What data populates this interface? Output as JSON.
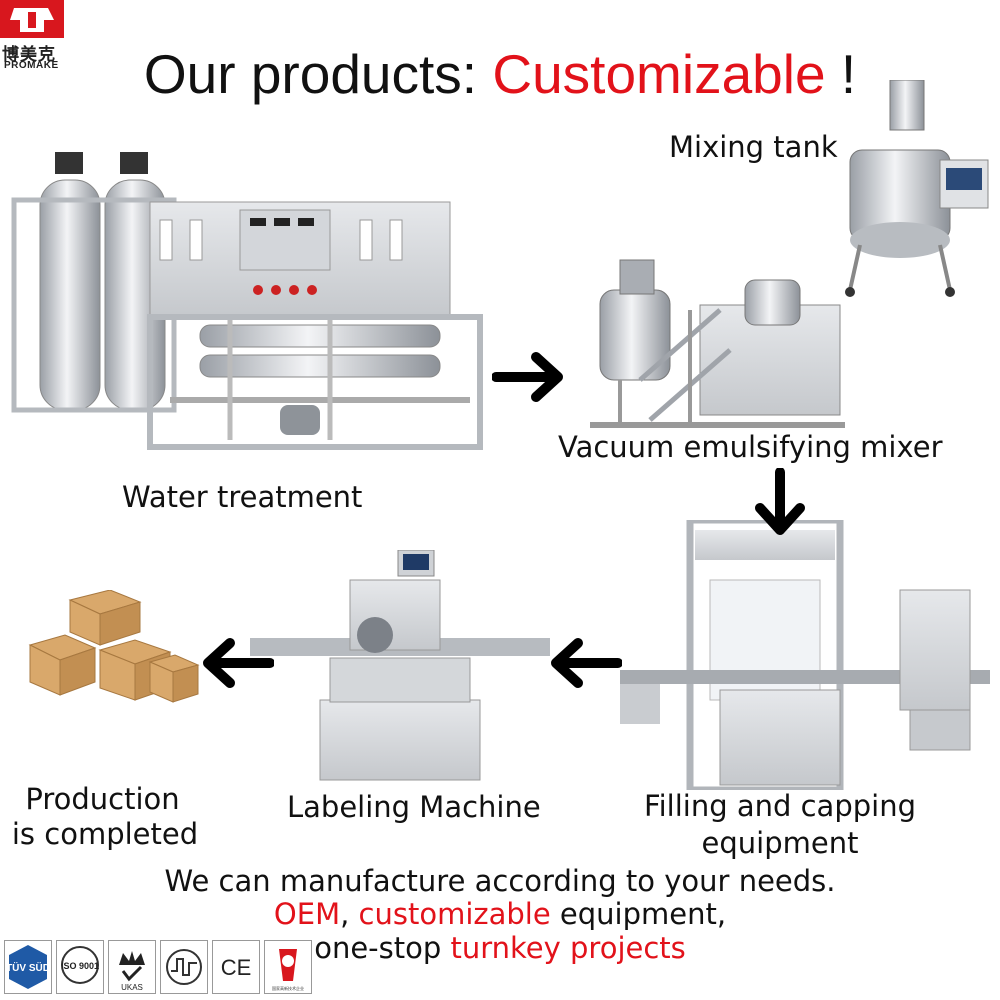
{
  "brand": {
    "cn": "博美克",
    "en": "PROMAKE"
  },
  "headline": {
    "prefix": "Our products: ",
    "highlight": "Customizable",
    "suffix": " !"
  },
  "labels": {
    "mixing_tank": "Mixing tank",
    "water_treatment": "Water treatment",
    "vacuum_mixer": "Vacuum emulsifying mixer",
    "filling_line1": "Filling and capping",
    "filling_line2": "equipment",
    "labeling": "Labeling Machine",
    "production_line1": "Production",
    "production_line2": "is completed"
  },
  "bottom": {
    "line1": "We can manufacture according to your needs.",
    "line2_red1": "OEM",
    "line2_sep": ", ",
    "line2_red2": "customizable",
    "line2_rest": " equipment,",
    "line3_prefix": "one-stop ",
    "line3_red": "turnkey projects"
  },
  "certs": {
    "tuv": "TÜV SÜD",
    "iso": "ISO 9001",
    "ukas": "UKAS",
    "ce": "CE",
    "cn_mark": "国家高新技术企业"
  },
  "colors": {
    "accent": "#e2121a",
    "steel": "#c9ccd0",
    "box": "#d9a86b"
  }
}
